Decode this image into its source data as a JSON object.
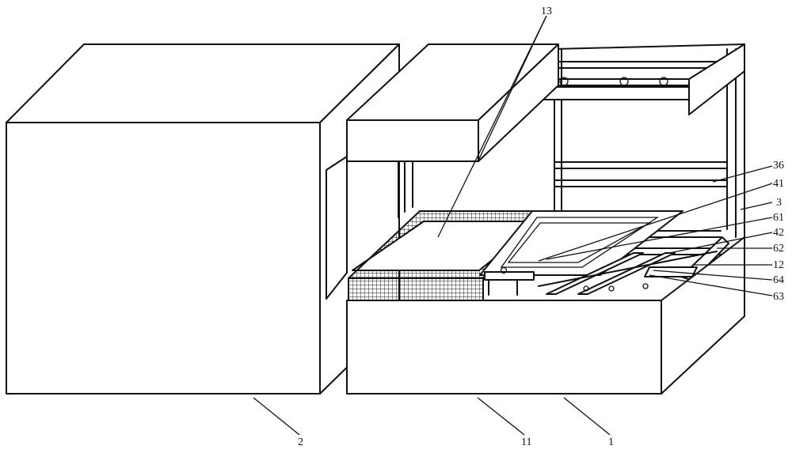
{
  "labels": {
    "l13": "13",
    "l36": "36",
    "l41": "41",
    "l3": "3",
    "l61": "61",
    "l42": "42",
    "l62": "62",
    "l12": "12",
    "l64": "64",
    "l63": "63",
    "l2": "2",
    "l11": "11",
    "l1": "1"
  },
  "colors": {
    "line": "#111111",
    "background": "#ffffff"
  }
}
